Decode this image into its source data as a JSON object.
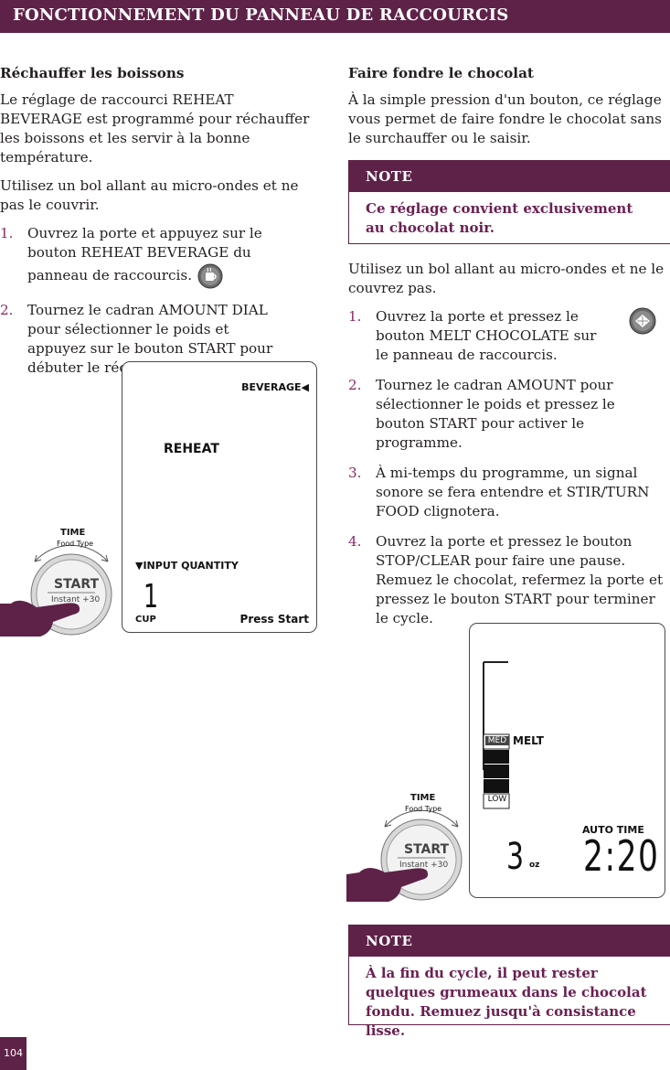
{
  "header": {
    "title": "FONCTIONNEMENT DU PANNEAU DE RACCOURCIS"
  },
  "left": {
    "heading": "Réchauffer les boissons",
    "intro": "Le réglage de raccourci REHEAT BEVERAGE est programmé pour réchauffer les boissons et les servir à la bonne température.",
    "bowl": "Utilisez un bol allant au micro-ondes et ne pas le couvrir.",
    "steps": [
      {
        "num": "1.",
        "text": "Ouvrez la porte et appuyez sur le bouton REHEAT BEVERAGE du panneau de raccourcis."
      },
      {
        "num": "2.",
        "text": "Tournez le cadran AMOUNT DIAL pour sélectionner le poids et appuyez sur le bouton START pour débuter le réchauffage."
      }
    ],
    "display": {
      "beverage": "BEVERAGE",
      "reheat": "REHEAT",
      "input_quantity": "INPUT QUANTITY",
      "quantity": "1",
      "unit": "CUP",
      "press_start": "Press Start"
    },
    "dial": {
      "time": "TIME",
      "food_type": "Food Type",
      "start": "START",
      "instant": "Instant +30"
    }
  },
  "right": {
    "heading": "Faire fondre le chocolat",
    "intro": "À la simple pression d'un bouton, ce réglage vous permet de faire fondre le chocolat sans le surchauffer ou le saisir.",
    "note1": {
      "label": "NOTE",
      "text": "Ce réglage convient exclusivement au chocolat noir."
    },
    "bowl": "Utilisez un bol allant au micro-ondes et ne le couvrez pas.",
    "steps": [
      {
        "num": "1.",
        "text": "Ouvrez la porte et pressez le bouton MELT CHOCOLATE sur le panneau de raccourcis."
      },
      {
        "num": "2.",
        "text": "Tournez le cadran AMOUNT pour sélectionner le poids et pressez le bouton START pour activer le programme."
      },
      {
        "num": "3.",
        "text": "À mi-temps du programme, un signal sonore se fera entendre et STIR/TURN FOOD clignotera."
      },
      {
        "num": "4.",
        "text": "Ouvrez la porte et pressez le bouton STOP/CLEAR pour faire une pause. Remuez le chocolat, refermez la porte et pressez le bouton START pour terminer le cycle."
      }
    ],
    "display": {
      "med": "MED",
      "melt": "MELT",
      "low": "LOW",
      "auto_time": "AUTO TIME",
      "amount": "3",
      "unit": "oz",
      "time": "2:20"
    },
    "dial": {
      "time": "TIME",
      "food_type": "Food Type",
      "start": "START",
      "instant": "Instant +30"
    },
    "note2": {
      "label": "NOTE",
      "text": "À la fin du cycle, il peut rester quelques grumeaux dans le chocolat fondu. Remuez jusqu'à consistance lisse."
    }
  },
  "page_number": "104",
  "colors": {
    "brand": "#5e2248",
    "accent_text": "#6b1f52",
    "step_number": "#8a2b66"
  }
}
